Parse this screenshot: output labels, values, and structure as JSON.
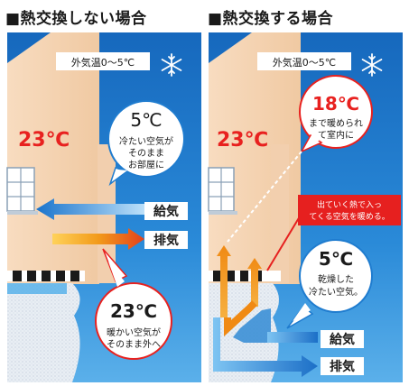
{
  "left_panel": {
    "heading": "■熱交換しない場合",
    "outside_temp": "外気温0〜5℃",
    "indoor_temp": "23℃",
    "cold_bubble": {
      "temp": "5℃",
      "line1": "冷たい空気が",
      "line2": "そのまま",
      "line3": "お部屋に"
    },
    "supply_label": "給気",
    "exhaust_label": "排気",
    "warm_bubble": {
      "temp": "23℃",
      "line1": "暖かい空気が",
      "line2": "そのまま外へ"
    }
  },
  "right_panel": {
    "heading": "■熱交換する場合",
    "outside_temp": "外気温0〜5℃",
    "indoor_temp": "23℃",
    "warm_bubble": {
      "temp": "18℃",
      "line1": "まで暖められ",
      "line2": "て室内に"
    },
    "note": {
      "line1": "出ていく熱で入っ",
      "line2": "てくる空気を暖める。"
    },
    "cold_bubble": {
      "temp": "5℃",
      "line1": "乾燥した",
      "line2": "冷たい空気。"
    },
    "supply_label": "給気",
    "exhaust_label": "排気"
  },
  "colors": {
    "sky": "#1e7fd0",
    "wall": "#f4d2b0",
    "indoor_temp_red": "#e8211f",
    "arrow_blue": "#1f7ccf",
    "arrow_orange": "#f18a16",
    "note_red": "#e6201f"
  }
}
